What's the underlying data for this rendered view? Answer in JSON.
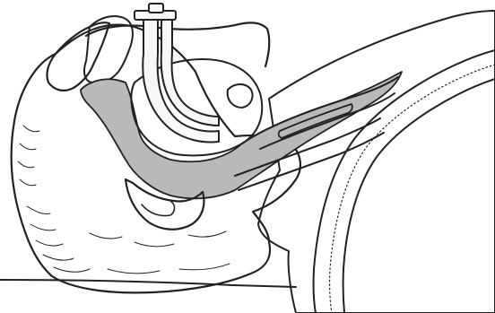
{
  "figure": {
    "subject": "sagittal-section-head-with-oropharyngeal-airway",
    "colors": {
      "ink": "#222222",
      "background": "#ffffff",
      "skin_tone": "#efefef",
      "airway_shade": "#b9b9b9",
      "device_fill": "#f7f7f7"
    },
    "parts": [
      {
        "id": "head-and-face",
        "icon": "head-profile"
      },
      {
        "id": "nasal-cavity",
        "icon": "cavity"
      },
      {
        "id": "oral-cavity-and-tongue",
        "icon": "tongue"
      },
      {
        "id": "oropharyngeal-airway",
        "icon": "guedel-airway"
      },
      {
        "id": "pharynx-airway-passage",
        "icon": "airway-shading"
      },
      {
        "id": "larynx-and-trachea",
        "icon": "trachea"
      },
      {
        "id": "esophagus",
        "icon": "tube"
      },
      {
        "id": "neck-and-torso",
        "icon": "body-outline"
      },
      {
        "id": "surface-line",
        "icon": "ground-line"
      }
    ]
  }
}
